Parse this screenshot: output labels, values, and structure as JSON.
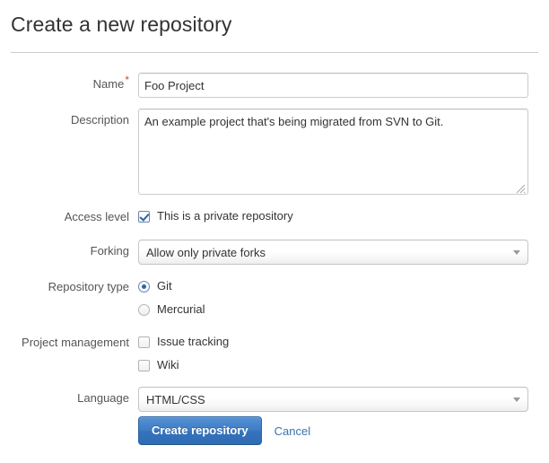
{
  "header": {
    "title": "Create a new repository"
  },
  "form": {
    "name": {
      "label": "Name",
      "required_marker": "*",
      "value": "Foo Project",
      "placeholder": ""
    },
    "description": {
      "label": "Description",
      "value": "An example project that's being migrated from SVN to Git.",
      "placeholder": ""
    },
    "access_level": {
      "label": "Access level",
      "checkbox_label": "This is a private repository",
      "checked": true
    },
    "forking": {
      "label": "Forking",
      "selected": "Allow only private forks"
    },
    "repository_type": {
      "label": "Repository type",
      "options": [
        {
          "label": "Git",
          "selected": true
        },
        {
          "label": "Mercurial",
          "selected": false
        }
      ]
    },
    "project_management": {
      "label": "Project management",
      "options": [
        {
          "label": "Issue tracking",
          "checked": false
        },
        {
          "label": "Wiki",
          "checked": false
        }
      ]
    },
    "language": {
      "label": "Language",
      "selected": "HTML/CSS"
    },
    "actions": {
      "submit_label": "Create repository",
      "cancel_label": "Cancel"
    }
  },
  "colors": {
    "primary_button": "#3d7bc4",
    "link": "#3b73af",
    "required_asterisk": "#d9442e",
    "label_text": "#555555",
    "body_text": "#333333",
    "border": "#cccccc",
    "background": "#ffffff"
  }
}
